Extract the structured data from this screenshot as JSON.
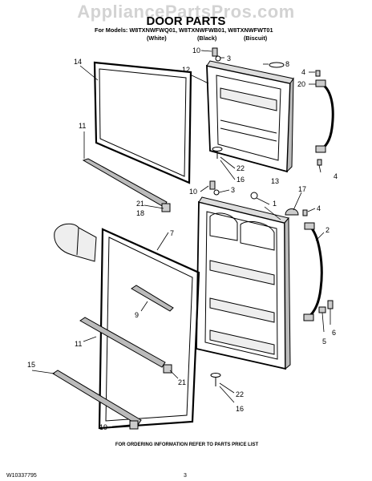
{
  "watermark": "AppliancePartsPros.com",
  "header": {
    "title": "DOOR PARTS",
    "models": "For Models: W8TXNWFWQ01, W8TXNWFWB01, W8TXNWFWT01",
    "colors": [
      "(White)",
      "(Black)",
      "(Biscuit)"
    ]
  },
  "footer": {
    "note": "FOR ORDERING INFORMATION REFER TO PARTS PRICE LIST",
    "doc_number": "W10337795",
    "page_number": "3"
  },
  "callouts": {
    "c14": "14",
    "c11a": "11",
    "c21a": "21",
    "c18": "18",
    "c12": "12",
    "c10a": "10",
    "c3a": "3",
    "c8": "8",
    "c4a": "4",
    "c20": "20",
    "c4b": "4",
    "c22a": "22",
    "c16a": "16",
    "c10b": "10",
    "c3b": "3",
    "c13": "13",
    "c1": "1",
    "c17": "17",
    "c4c": "4",
    "c2": "2",
    "c7": "7",
    "c9": "9",
    "c11b": "11",
    "c6": "6",
    "c5": "5",
    "c15": "15",
    "c21b": "21",
    "c22b": "22",
    "c16b": "16",
    "c19": "19"
  }
}
